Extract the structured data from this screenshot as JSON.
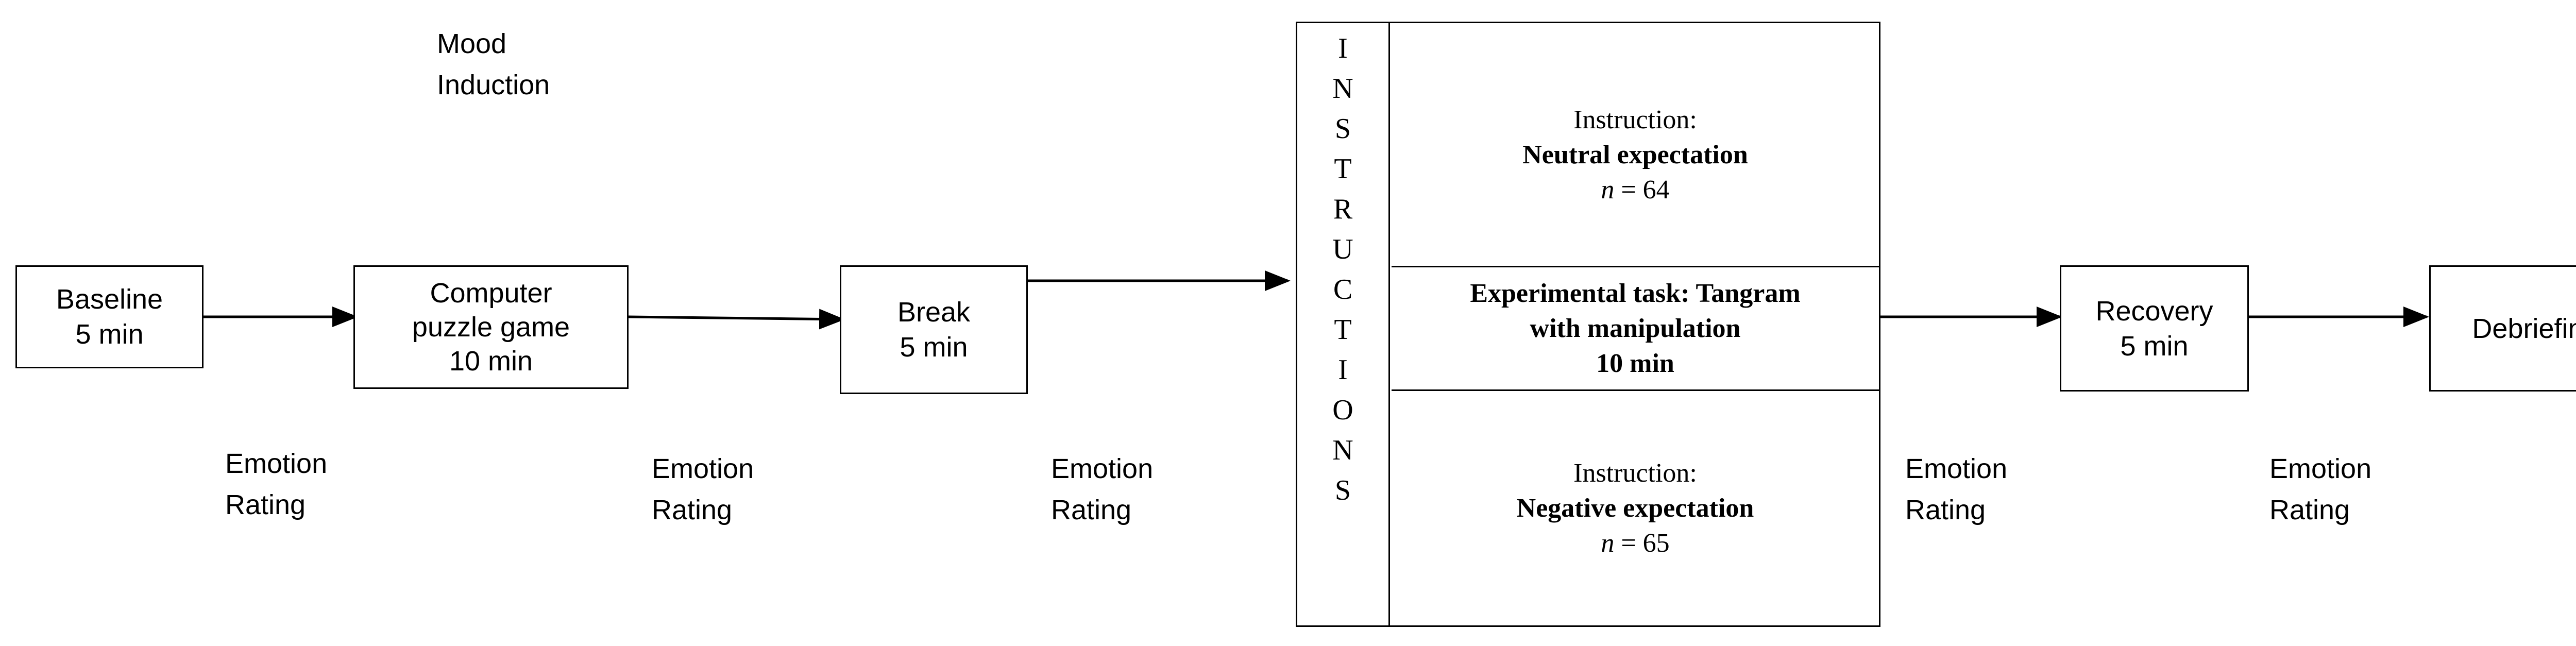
{
  "mood_induction": "Mood\nInduction",
  "boxes": {
    "baseline": "Baseline\n5 min",
    "computer_game": "Computer\npuzzle game\n10 min",
    "break": "Break\n5 min",
    "recovery": "Recovery\n5 min",
    "debriefing": "Debriefing"
  },
  "instructions_letters": [
    "I",
    "N",
    "S",
    "T",
    "R",
    "U",
    "C",
    "T",
    "I",
    "O",
    "N",
    "S"
  ],
  "neutral": {
    "instruction": "Instruction:",
    "expectation": "Neutral expectation",
    "n_symbol": "n",
    "n_value": " = 64"
  },
  "task": {
    "line1": "Experimental task: Tangram",
    "line2": "with manipulation",
    "line3": "10 min"
  },
  "negative": {
    "instruction": "Instruction:",
    "expectation": "Negative expectation",
    "n_symbol": "n",
    "n_value": " = 65"
  },
  "emotion_rating": "Emotion\nRating"
}
